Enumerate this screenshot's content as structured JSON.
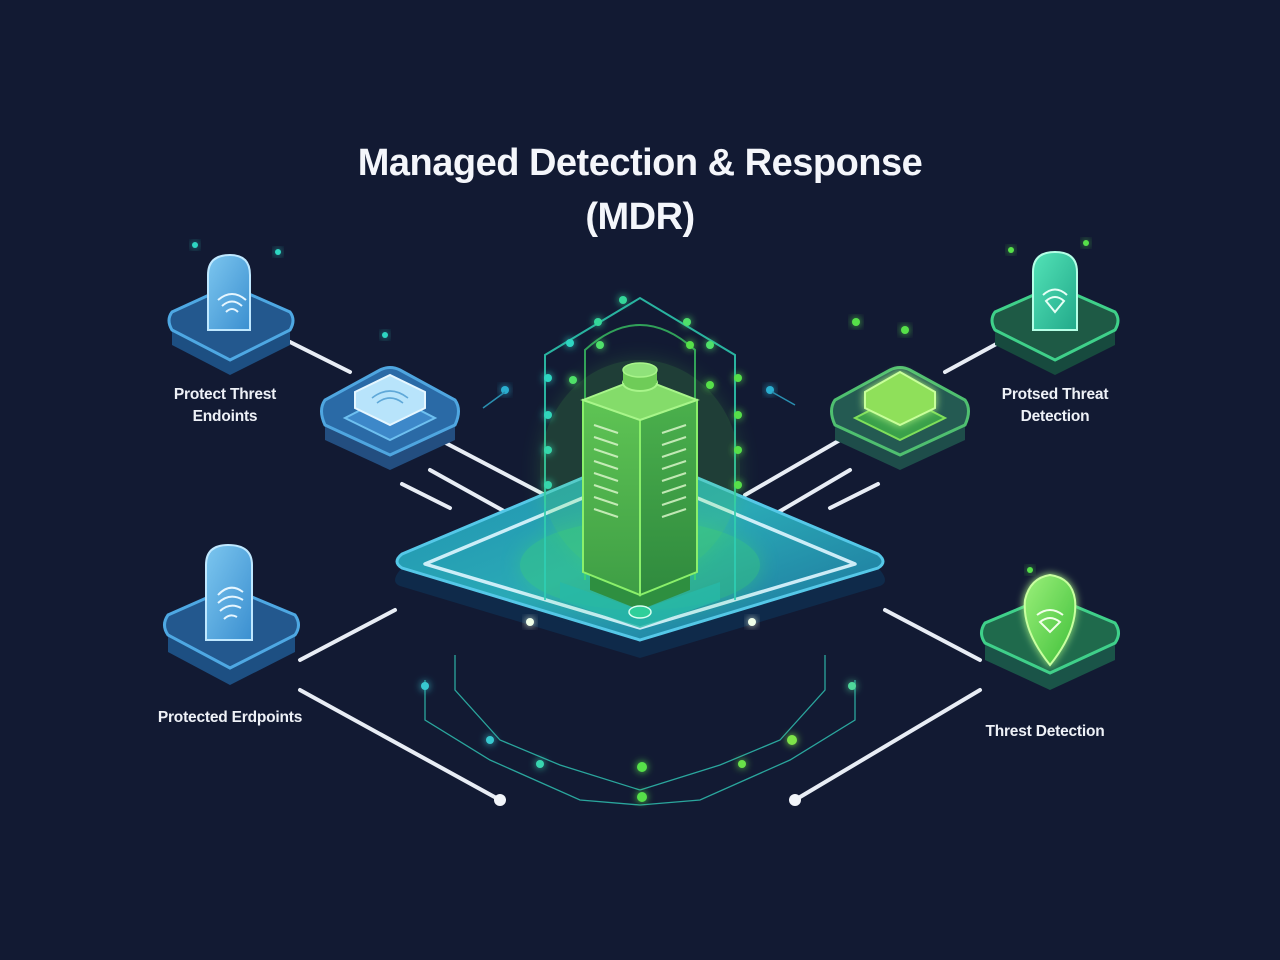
{
  "diagram": {
    "title_line1": "Managed Detection & Response",
    "title_line2": "(MDR)",
    "background_color": "#121a33",
    "accent_colors": {
      "blue": "#3fa9e0",
      "cyan": "#2fd6c2",
      "green": "#62e04a",
      "connector": "#e8edf5"
    },
    "center_node": {
      "name": "MDR core server",
      "icon": "server-tower-icon"
    },
    "nodes": [
      {
        "id": "top-left",
        "icon": "shield-fingerprint-icon",
        "label_line1": "Protect Threst",
        "label_line2": "Endoints",
        "theme": "blue"
      },
      {
        "id": "top-right",
        "icon": "shield-fingerprint-icon",
        "label_line1": "Protsed Threat",
        "label_line2": "Detection",
        "theme": "teal"
      },
      {
        "id": "bottom-left",
        "icon": "shield-fingerprint-icon",
        "label_line1": "Protected Erdpoints",
        "label_line2": "",
        "theme": "blue"
      },
      {
        "id": "bottom-right",
        "icon": "shield-fingerprint-icon",
        "label_line1": "Threst Detection",
        "label_line2": "",
        "theme": "green"
      }
    ],
    "hubs": [
      {
        "id": "left-hub",
        "icon": "router-chip-icon",
        "theme": "blue"
      },
      {
        "id": "right-hub",
        "icon": "router-chip-icon",
        "theme": "green"
      }
    ]
  }
}
